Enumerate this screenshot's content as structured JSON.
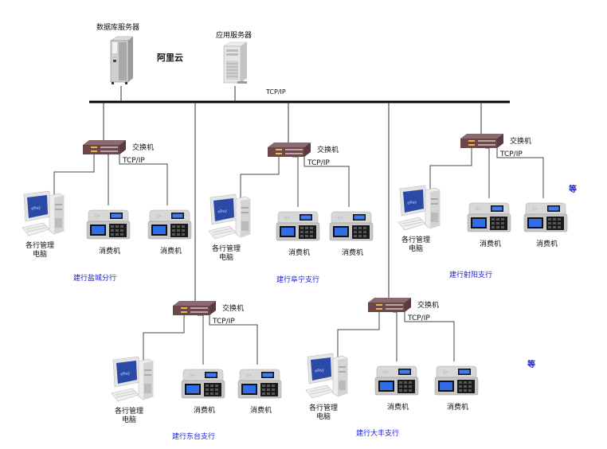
{
  "cloud_label": "阿里云",
  "servers": {
    "database": {
      "label": "数据库服务器",
      "icon": "tower-server-icon"
    },
    "application": {
      "label": "应用服务器",
      "icon": "tower-server-icon"
    }
  },
  "backbone": {
    "protocol_label": "TCP/IP"
  },
  "device_labels": {
    "switch": "交换机",
    "protocol": "TCP/IP",
    "pc": "各行管理电脑",
    "terminal": "消费机"
  },
  "branches": [
    {
      "name": "建行盐城分行",
      "switch_label": "交换机",
      "protocol": "TCP/IP",
      "pc_label": "各行管理电脑",
      "terminals": [
        "消费机",
        "消费机"
      ]
    },
    {
      "name": "建行阜宁支行",
      "switch_label": "交换机",
      "protocol": "TCP/IP",
      "pc_label": "各行管理电脑",
      "terminals": [
        "消费机",
        "消费机"
      ]
    },
    {
      "name": "建行射阳支行",
      "switch_label": "交换机",
      "protocol": "TCP/IP",
      "pc_label": "各行管理电脑",
      "terminals": [
        "消费机",
        "消费机"
      ]
    },
    {
      "name": "建行东台支行",
      "switch_label": "交换机",
      "protocol": "TCP/IP",
      "pc_label": "各行管理电脑",
      "terminals": [
        "消费机",
        "消费机"
      ]
    },
    {
      "name": "建行大丰支行",
      "switch_label": "交换机",
      "protocol": "TCP/IP",
      "pc_label": "各行管理电脑",
      "terminals": [
        "消费机",
        "消费机"
      ]
    }
  ],
  "etc_labels": [
    "等",
    "等"
  ],
  "colors": {
    "branch_label": "#1a1ad6",
    "line": "#333333",
    "backbone": "#000000"
  }
}
